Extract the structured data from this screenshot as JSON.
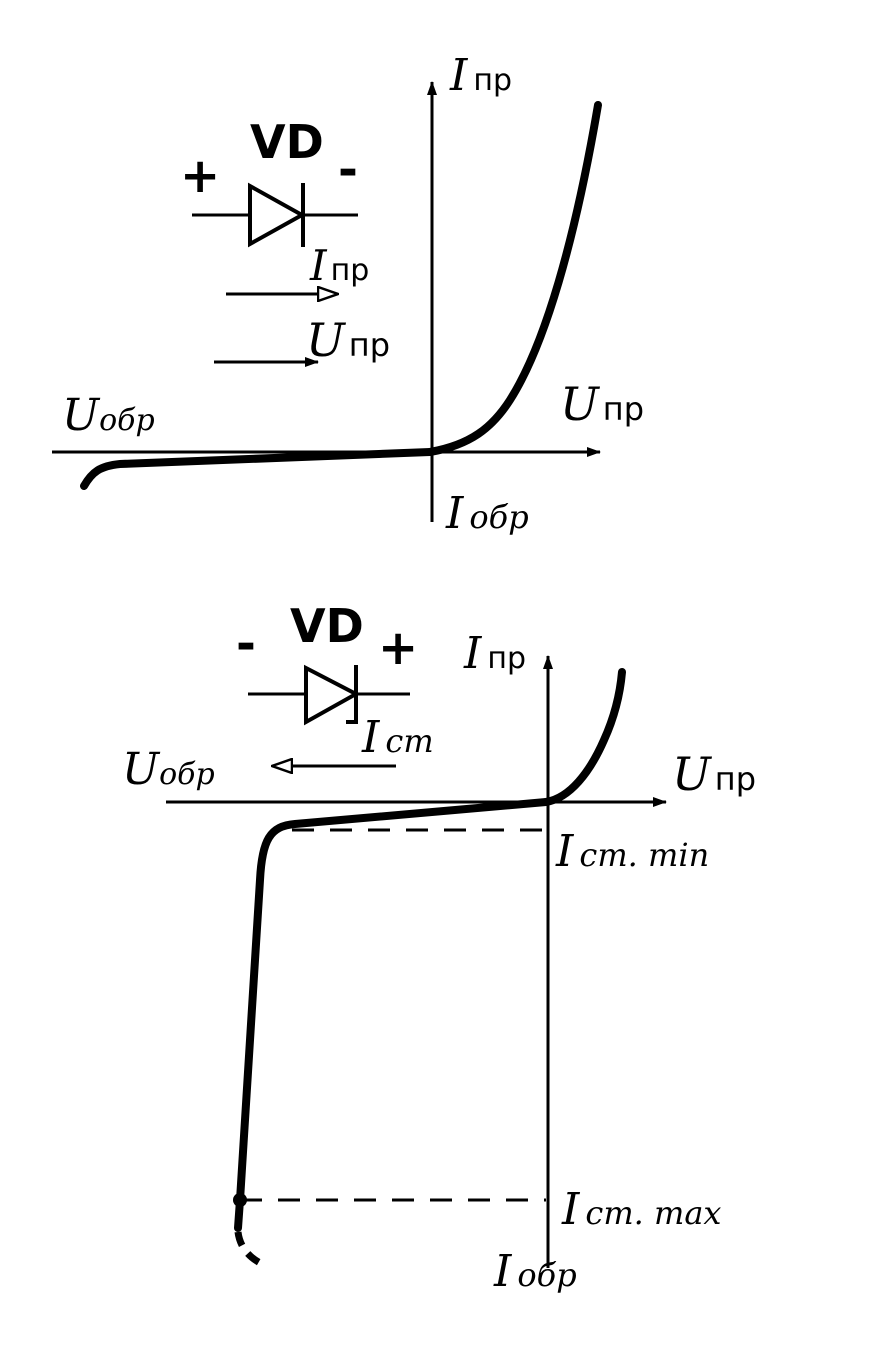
{
  "top": {
    "diode": {
      "name": "VD",
      "plus": "+",
      "minus": "-"
    },
    "I_pr": {
      "main": "I",
      "sub": "пр"
    },
    "U_pr": {
      "main": "U",
      "sub": "пр"
    },
    "U_obr": {
      "main": "U",
      "sub": "обр"
    },
    "I_obr": {
      "main": "I",
      "sub": "обр"
    },
    "arrow_I_pr": {
      "main": "I",
      "sub": "пр"
    },
    "arrow_U_pr": {
      "main": "U",
      "sub": "пр"
    }
  },
  "bottom": {
    "diode": {
      "name": "VD",
      "plus": "+",
      "minus": "-"
    },
    "I_pr": {
      "main": "I",
      "sub": "пр"
    },
    "U_pr": {
      "main": "U",
      "sub": "пр"
    },
    "U_obr": {
      "main": "U",
      "sub": "обр"
    },
    "I_obr": {
      "main": "I",
      "sub": "обр"
    },
    "I_st": {
      "main": "I",
      "sub": "ст"
    },
    "I_st_min": {
      "main": "I",
      "sub": "ст. min"
    },
    "I_st_max": {
      "main": "I",
      "sub": "ст. max"
    }
  }
}
